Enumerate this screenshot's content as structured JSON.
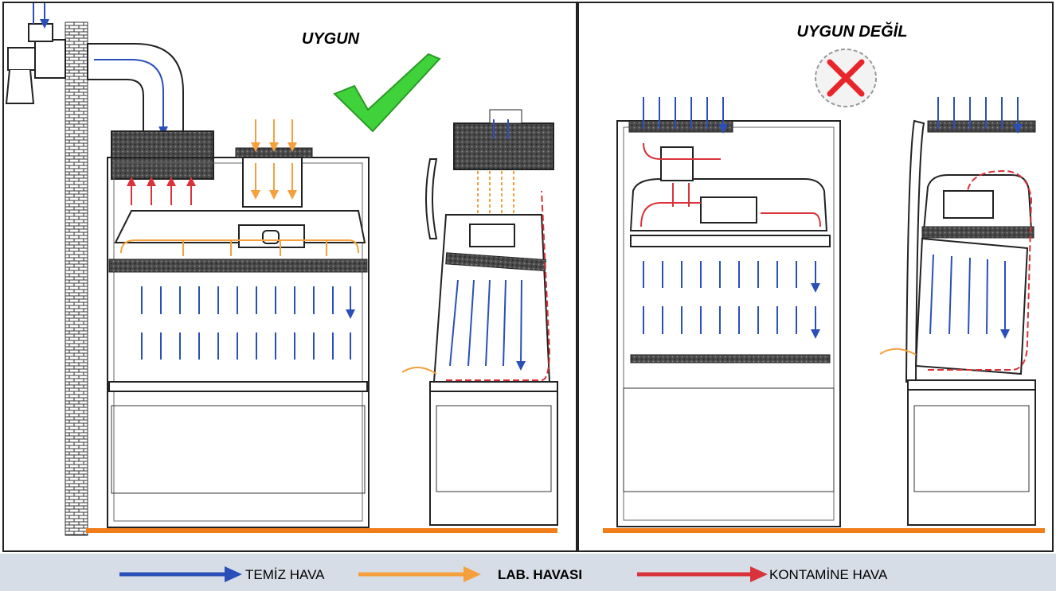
{
  "panels": {
    "left": {
      "title": "UYGUN",
      "status_icon": "check-icon",
      "status_color": "#3fd23a"
    },
    "right": {
      "title": "UYGUN DEĞİL",
      "status_icon": "cross-icon",
      "status_color": "#e8252b"
    }
  },
  "legend": {
    "items": [
      {
        "label": "TEMİZ HAVA",
        "color": "#2b4fb8",
        "bold": false
      },
      {
        "label": "LAB. HAVASI",
        "color": "#f5a03c",
        "bold": true
      },
      {
        "label": "KONTAMİNE HAVA",
        "color": "#d9323a",
        "bold": false
      }
    ]
  },
  "colors": {
    "clean_air": "#2b4fb8",
    "lab_air": "#f5a03c",
    "contaminated_air": "#d9323a",
    "floor": "#f07d1a",
    "legend_bg": "#d7dde6",
    "filter": "#555555"
  }
}
